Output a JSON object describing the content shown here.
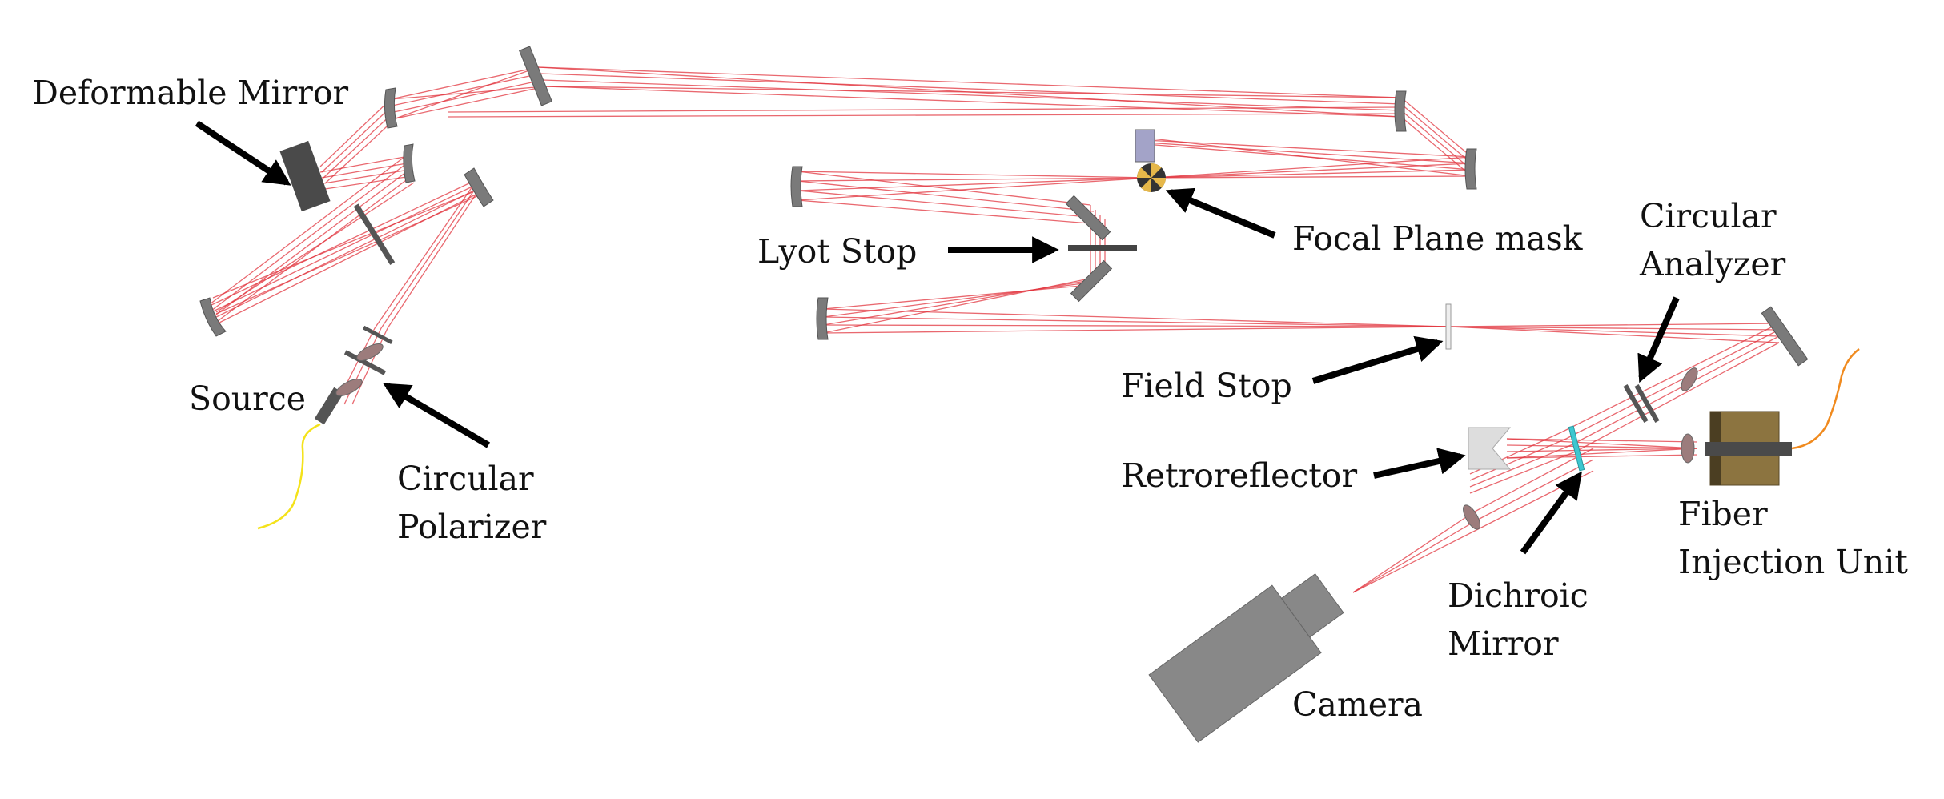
{
  "labels": {
    "deformable_mirror": "Deformable Mirror",
    "source": "Source",
    "circular_polarizer_line1": "Circular",
    "circular_polarizer_line2": "Polarizer",
    "lyot_stop": "Lyot Stop",
    "focal_plane_mask": "Focal Plane mask",
    "circular_analyzer_line1": "Circular",
    "circular_analyzer_line2": "Analyzer",
    "field_stop": "Field Stop",
    "retroreflector": "Retroreflector",
    "fiber_injection_line1": "Fiber",
    "fiber_injection_line2": "Injection Unit",
    "dichroic_line1": "Dichroic",
    "dichroic_line2": "Mirror",
    "camera": "Camera"
  },
  "colors": {
    "beam": "#e2363f",
    "mirror": "#7a7a7a",
    "dm": "#4a4a4a",
    "camera": "#888888",
    "fiber_unit": "#8c7440",
    "fiber_source": "#f4e21a",
    "fiber_output": "#f08a1e",
    "dichroic": "#3ec7d0",
    "retroreflector": "#dddddd"
  },
  "icons": {
    "arrow": "arrow-icon",
    "focal_mask": "pinwheel-mask-icon"
  }
}
